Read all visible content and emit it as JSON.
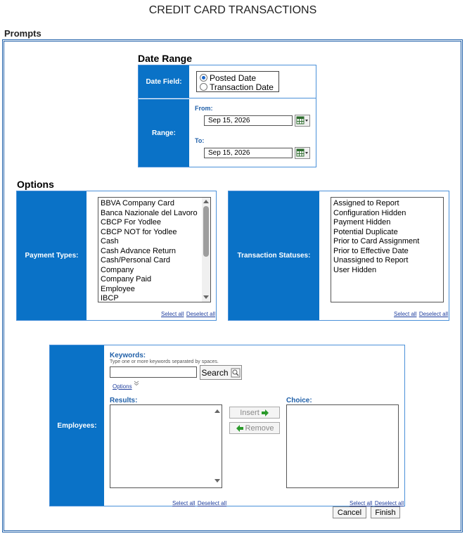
{
  "page": {
    "title": "CREDIT CARD TRANSACTIONS",
    "prompts_label": "Prompts"
  },
  "date_range": {
    "heading": "Date Range",
    "date_field_label": "Date Field:",
    "date_field_options": [
      {
        "label": "Posted Date",
        "selected": true
      },
      {
        "label": "Transaction Date",
        "selected": false
      }
    ],
    "range_label": "Range:",
    "from_label": "From:",
    "from_value": "Sep 15, 2026",
    "to_label": "To:",
    "to_value": "Sep 15, 2026"
  },
  "options": {
    "heading": "Options",
    "payment_types": {
      "label": "Payment Types:",
      "items": [
        "BBVA Company Card",
        "Banca Nazionale del Lavoro",
        "CBCP For Yodlee",
        "CBCP NOT for Yodlee",
        "Cash",
        "Cash Advance Return",
        "Cash/Personal Card",
        "Company",
        "Company Paid",
        "Employee",
        "IBCP"
      ],
      "select_all": "Select all",
      "deselect_all": "Deselect all"
    },
    "transaction_statuses": {
      "label": "Transaction Statuses:",
      "items": [
        "Assigned to Report",
        "Configuration Hidden",
        "Payment Hidden",
        "Potential Duplicate",
        "Prior to Card Assignment",
        "Prior to Effective Date",
        "Unassigned to Report",
        "User Hidden"
      ],
      "select_all": "Select all",
      "deselect_all": "Deselect all"
    }
  },
  "employees": {
    "label": "Employees:",
    "keywords_label": "Keywords:",
    "keywords_help": "Type one or more keywords separated by spaces.",
    "keywords_value": "",
    "search_button": "Search",
    "options_link": "Options",
    "results_label": "Results:",
    "choice_label": "Choice:",
    "insert_button": "Insert",
    "remove_button": "Remove",
    "results_select_all": "Select all",
    "results_deselect_all": "Deselect all",
    "choice_select_all": "Select all",
    "choice_deselect_all": "Deselect all"
  },
  "footer": {
    "cancel_button": "Cancel",
    "finish_button": "Finish"
  },
  "colors": {
    "label_blue": "#0a72c7",
    "border_blue": "#4a90d9",
    "insert_arrow": "#2a9a2a",
    "remove_arrow": "#2a9a2a"
  }
}
